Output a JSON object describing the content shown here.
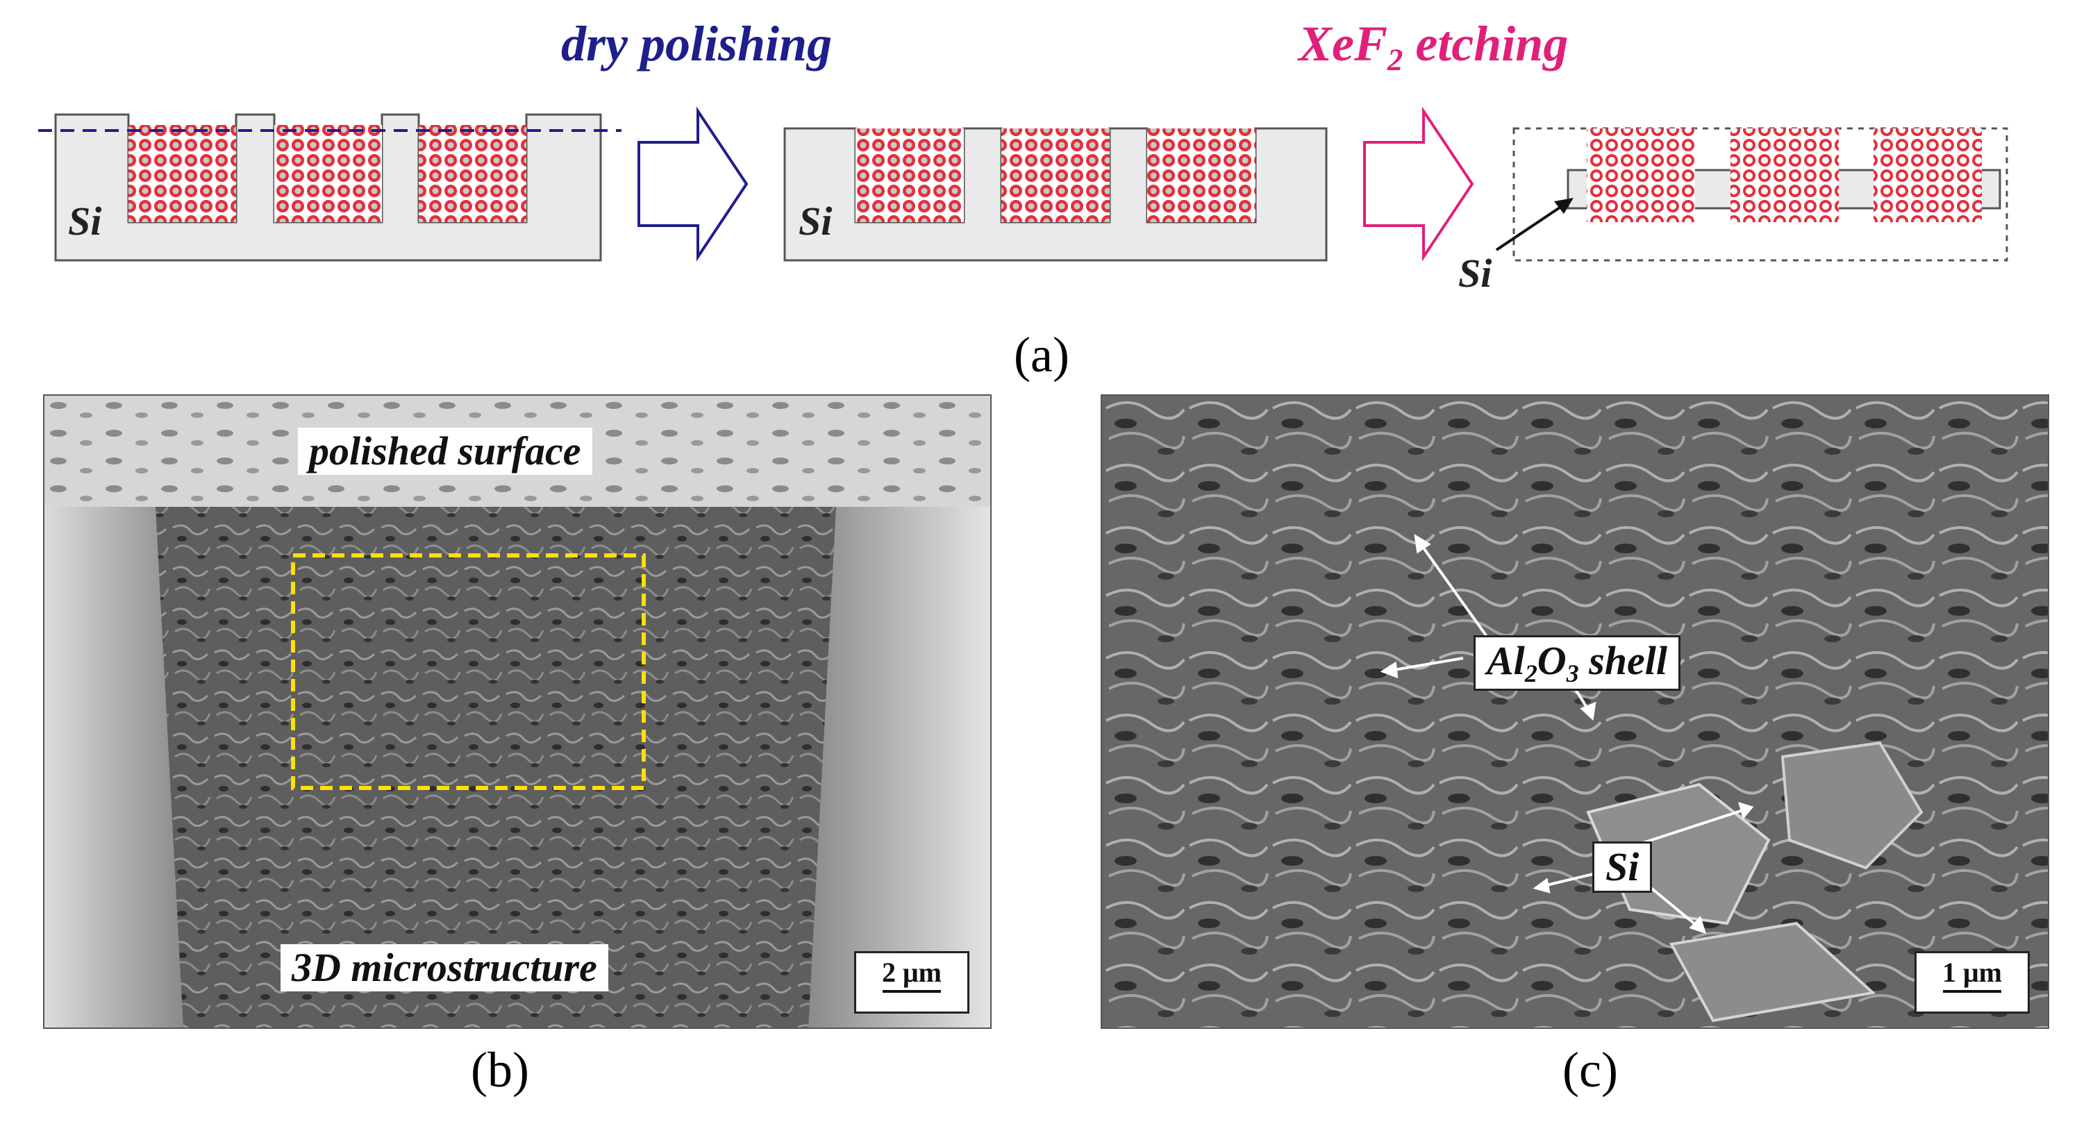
{
  "figure": {
    "panel_a": {
      "step1_label": "dry polishing",
      "step2_label_main": "XeF",
      "step2_label_sub": "2",
      "step2_label_rest": " etching",
      "si_label": "Si",
      "caption": "(a)",
      "colors": {
        "step1": "#1e1e8c",
        "step2": "#e0207a",
        "substrate": "#eaeaea",
        "particles": "#e2303c"
      }
    },
    "panel_b": {
      "top_label": "polished surface",
      "bottom_label": "3D microstructure",
      "scale_text": "2 μm",
      "caption": "(b)",
      "highlight_color": "#ffe000"
    },
    "panel_c": {
      "shell_label_main": "Al",
      "shell_label_sub1": "2",
      "shell_label_mid": "O",
      "shell_label_sub2": "3",
      "shell_label_rest": " shell",
      "si_label": "Si",
      "scale_text": "1 μm",
      "caption": "(c)"
    }
  }
}
